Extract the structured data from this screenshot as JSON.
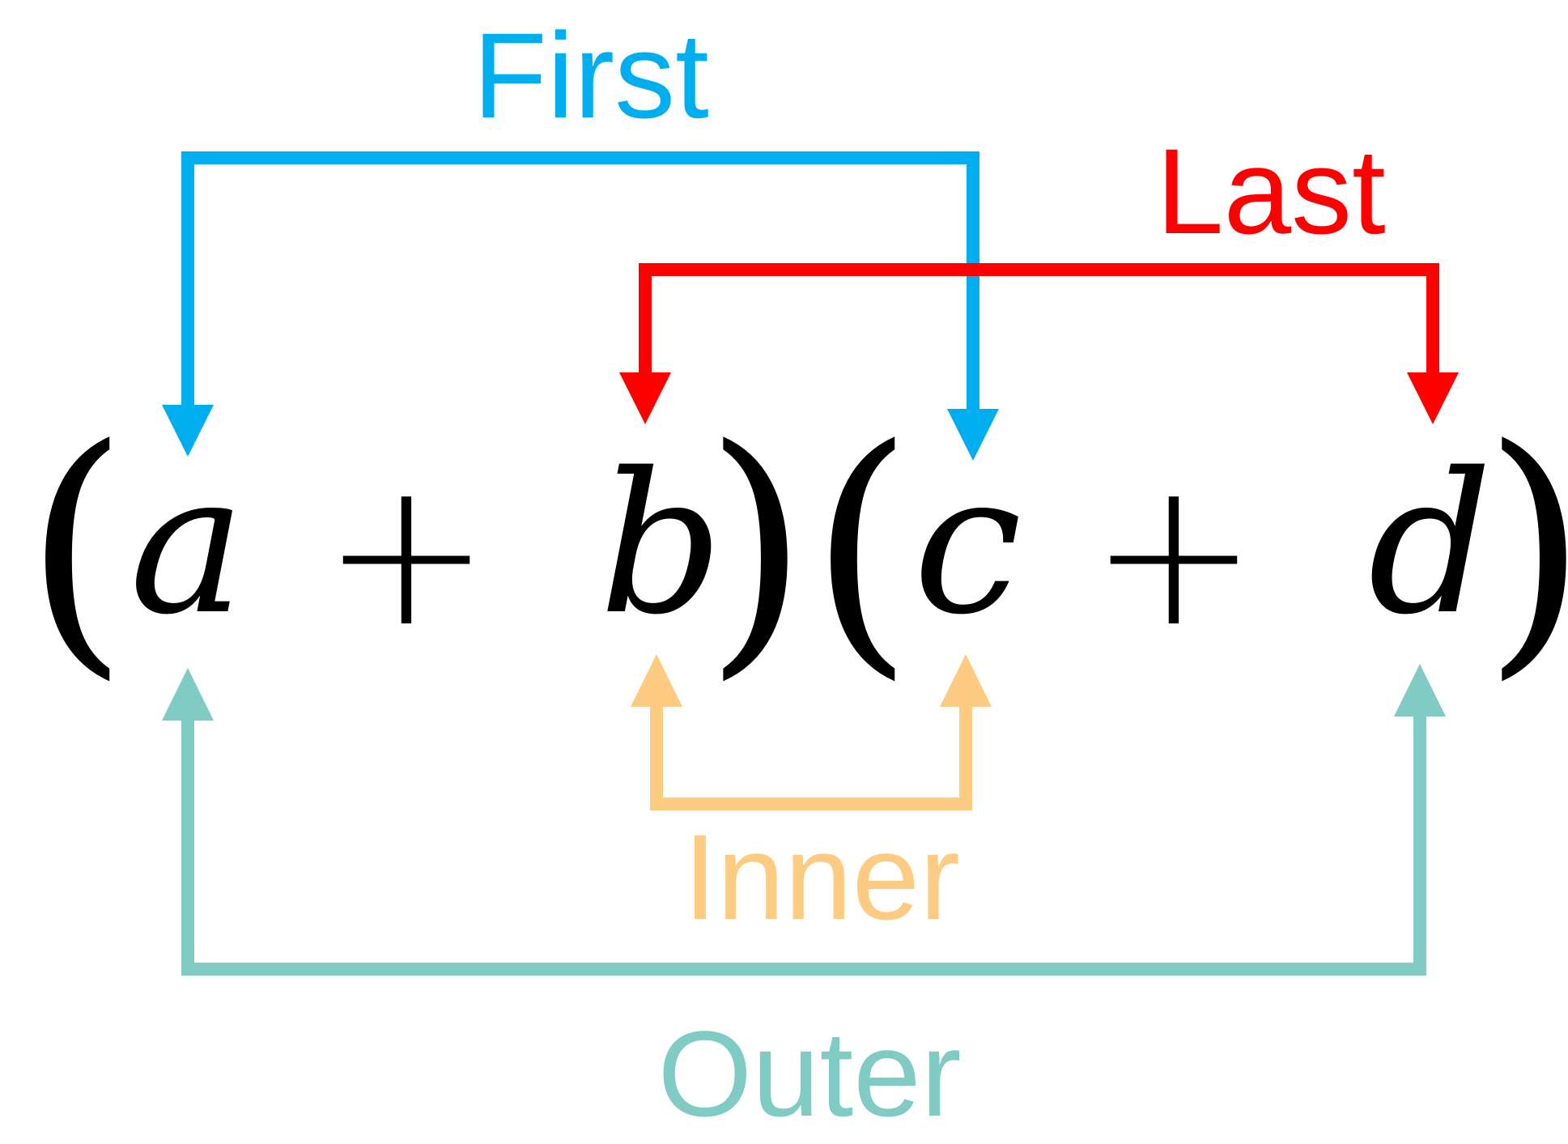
{
  "expression": {
    "open_paren_1": "(",
    "var_a": "a",
    "plus_1": "+",
    "var_b": "b",
    "close_paren_1": ")",
    "open_paren_2": "(",
    "var_c": "c",
    "plus_2": "+",
    "var_d": "d",
    "close_paren_2": ")"
  },
  "connectors": {
    "first": {
      "label": "First",
      "color": "#00AEEF"
    },
    "last": {
      "label": "Last",
      "color": "#FF0000"
    },
    "inner": {
      "label": "Inner",
      "color": "#FDCB82"
    },
    "outer": {
      "label": "Outer",
      "color": "#80CBC4"
    }
  }
}
